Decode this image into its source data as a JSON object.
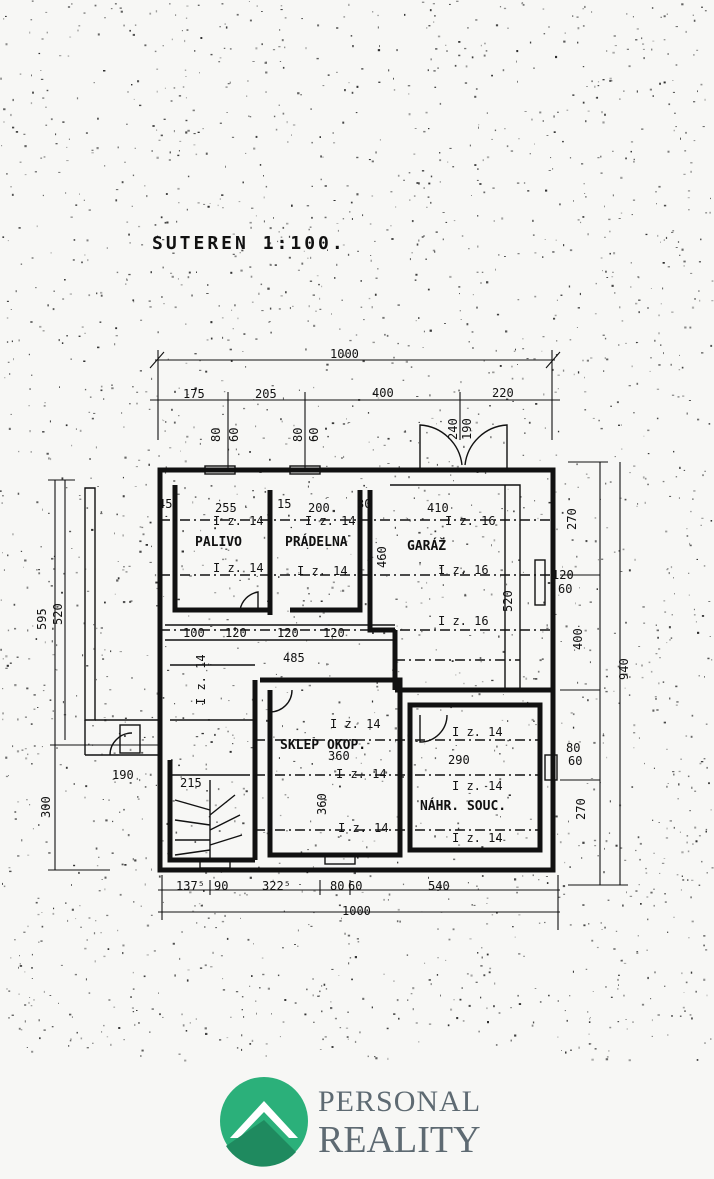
{
  "title": "SUTEREN 1:100.",
  "rooms": {
    "palivo": "PALIVO",
    "pradelna": "PRÁDELNA",
    "garaz": "GARÁŽ",
    "sklep": "SKLEP OKOP.",
    "nahr": "NÁHR. SOUC."
  },
  "dims": {
    "top_total": "1000",
    "top_175": "175",
    "top_205": "205",
    "top_400": "400",
    "top_220": "220",
    "win1_80": "80",
    "win1_60": "60",
    "win2_80": "80",
    "win2_60": "60",
    "door_240": "240",
    "door_190": "190",
    "palivo_255": "255",
    "pradelna_200": "200",
    "garaz_410": "410",
    "left_595": "595",
    "left_520": "520",
    "left_300": "300",
    "right_940": "940",
    "right_400": "400",
    "right_270a": "270",
    "right_270b": "270",
    "bottom_total": "1000",
    "bottom_1375": "137⁵",
    "bottom_90": "90",
    "bottom_3225": "322⁵",
    "bottom_80": "80",
    "bottom_60": "60",
    "bottom_540": "540",
    "corr_100": "100",
    "corr_120a": "120",
    "corr_120b": "120",
    "corr_120c": "120",
    "corr_485": "485",
    "sklep_360": "360",
    "sklep_360v": "360",
    "nahr_290": "290",
    "garaz_520": "520",
    "garaz_460": "460",
    "garaz_120_60": "120",
    "garaz_60": "60",
    "nahr_80": "80",
    "nahr_60": "60",
    "stair_190": "190",
    "stair_215": "215",
    "wall_45": "45",
    "wall_15": "15",
    "wall_30": "30"
  },
  "levels": {
    "z14a": "I z. 14",
    "z14b": "I z. 14",
    "z14c": "I z. 14",
    "z14d": "I z. 14",
    "z16a": "I z. 16",
    "z16b": "I z. 16",
    "z16c": "I z. 16",
    "z14e": "I z. 14",
    "z14f": "I z. 14",
    "z14g": "I z. 14",
    "z14h": "I z. 14",
    "z14i": "I z. 14",
    "z14j": "I z. 14",
    "z14k": "I z. 14"
  },
  "logo": {
    "line1": "PERSONAL",
    "line2": "REALITY",
    "green": "#2bb07a",
    "dark_green": "#1f8a5f",
    "gray": "#5e6a72"
  }
}
